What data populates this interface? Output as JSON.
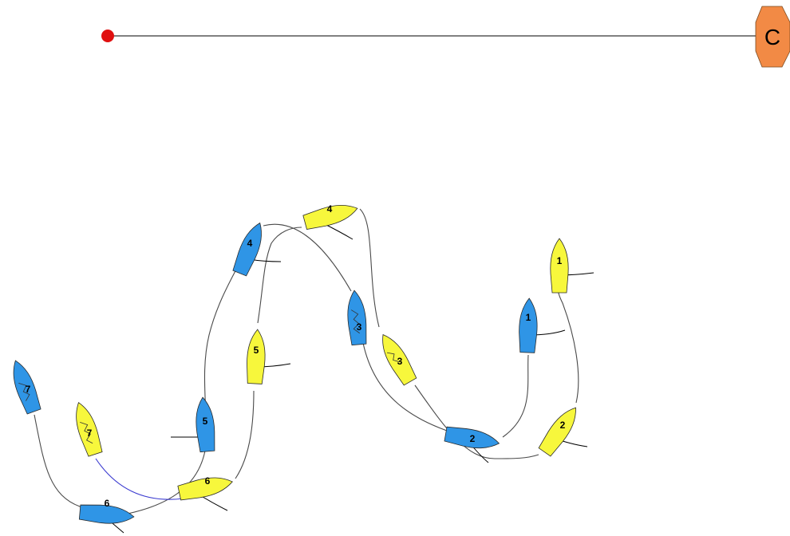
{
  "colors": {
    "background": "#ffffff",
    "blue_boat": "#2f95e6",
    "yellow_boat": "#f7f73c",
    "start_pin": "#e01010",
    "committee_boat": "#f28a45",
    "line": "#000000"
  },
  "start_line": {
    "pin_icon": "red-dot",
    "mark_label": "C"
  },
  "boats": {
    "blue": [
      {
        "label": "1"
      },
      {
        "label": "2"
      },
      {
        "label": "3"
      },
      {
        "label": "4"
      },
      {
        "label": "5"
      },
      {
        "label": "6"
      },
      {
        "label": "7"
      }
    ],
    "yellow": [
      {
        "label": "1"
      },
      {
        "label": "2"
      },
      {
        "label": "3"
      },
      {
        "label": "4"
      },
      {
        "label": "5"
      },
      {
        "label": "6"
      },
      {
        "label": "7"
      }
    ]
  }
}
